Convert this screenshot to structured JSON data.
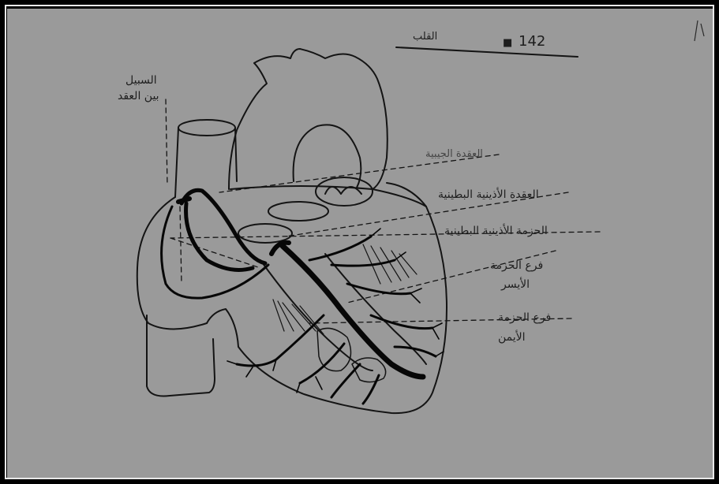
{
  "header": {
    "page_number": "142",
    "running_title": "القلب"
  },
  "labels": {
    "internodal_line1": "السبيل",
    "internodal_line2": "بين العقد",
    "sa_node": "العقدة الجيبية",
    "av_node": "العقدة الأذينية البطينية",
    "av_bundle": "الحزمة الأذينية البطينية",
    "left_branch_line1": "فرع الحزمة",
    "left_branch_line2": "الأيسر",
    "right_branch_line1": "فرع الحزمة",
    "right_branch_line2": "الأيمن"
  }
}
